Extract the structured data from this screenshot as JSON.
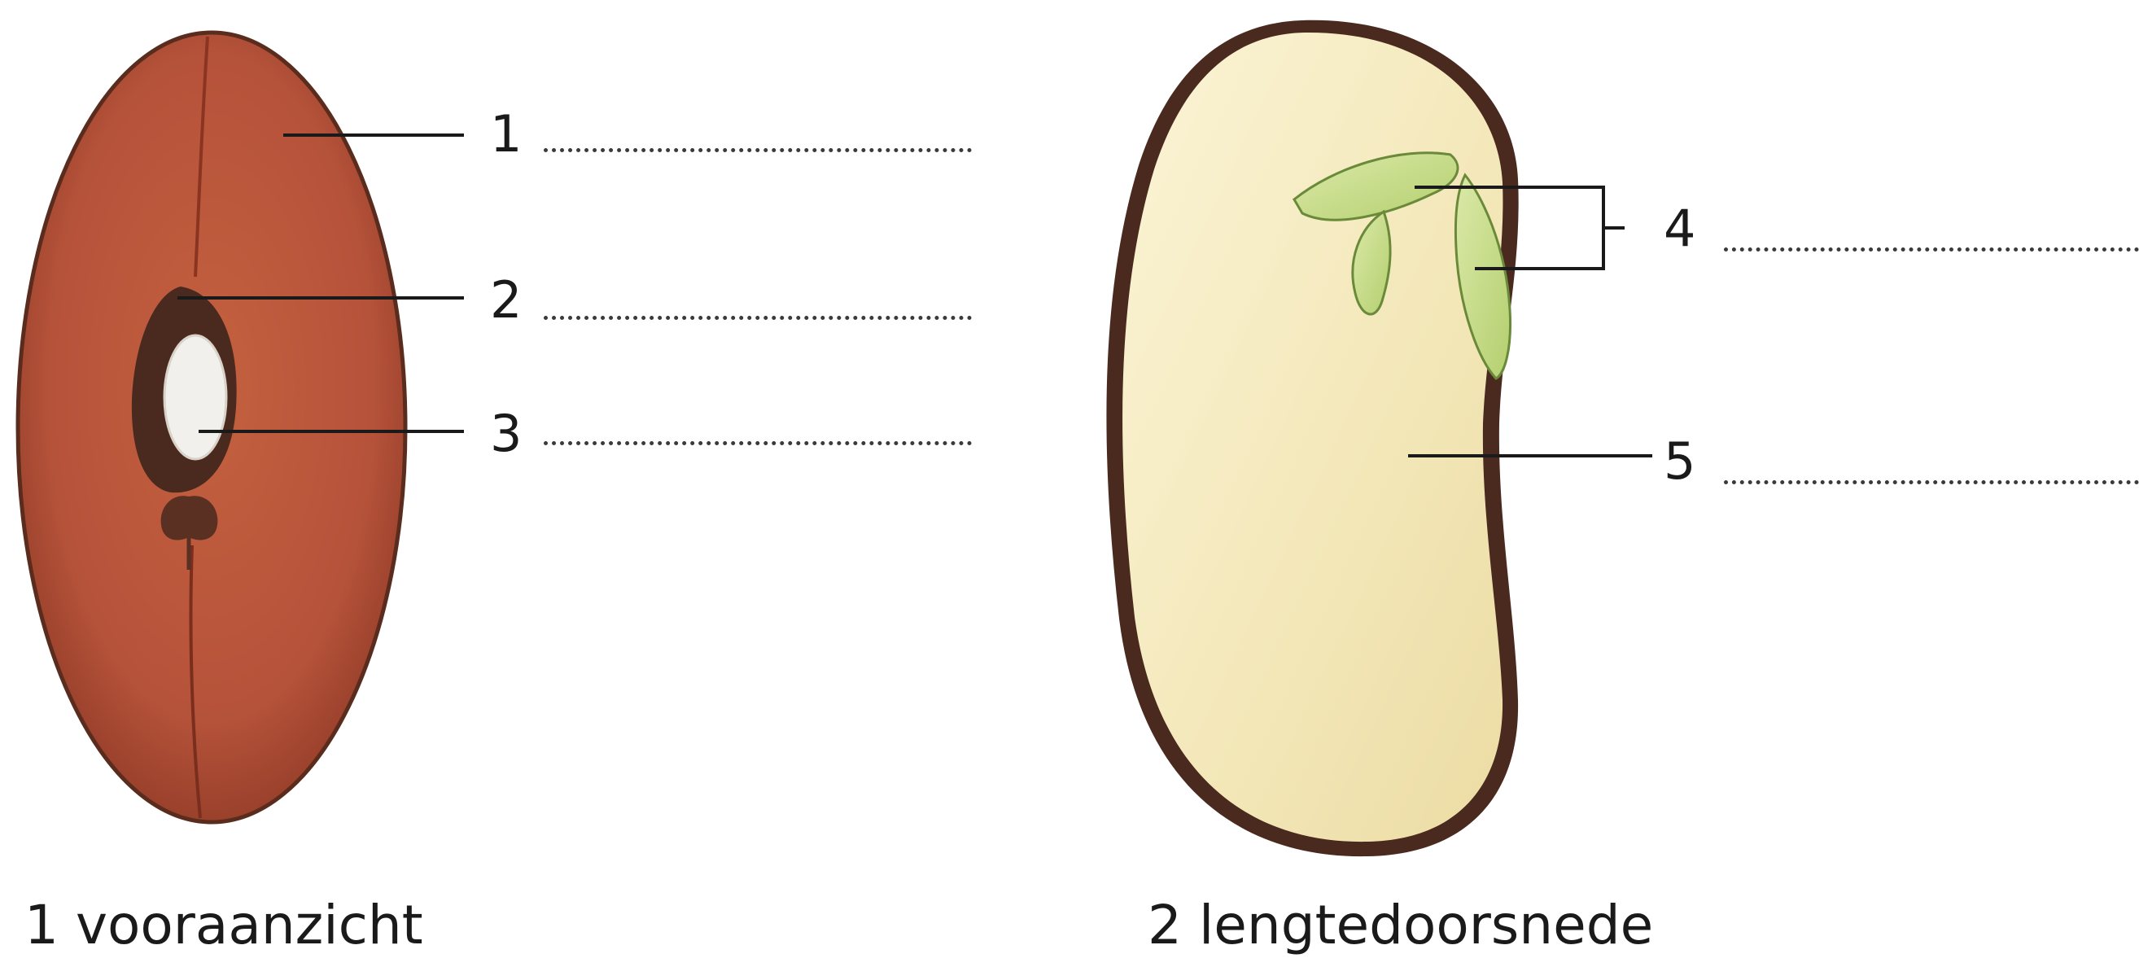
{
  "figure": {
    "views": [
      {
        "caption": "1 vooraanzicht"
      },
      {
        "caption": "2 lengtedoorsnede"
      }
    ],
    "labels": [
      {
        "number": "1"
      },
      {
        "number": "2"
      },
      {
        "number": "3"
      },
      {
        "number": "4"
      },
      {
        "number": "5"
      }
    ],
    "colors": {
      "seed_coat": "#b5523a",
      "seed_coat_dark": "#8f3a26",
      "hilum": "#3b241c",
      "micropyle_white": "#f2f0ec",
      "cotyledon": "#f6ecc4",
      "embryo_leaf": "#c9df8c",
      "outline": "#3a2418"
    }
  }
}
